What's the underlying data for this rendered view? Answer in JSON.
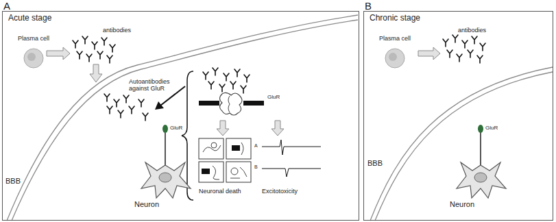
{
  "diagram": {
    "nodes": [
      {
        "text": [
          "A",
          "Acute stage"
        ]
      },
      {
        "text": [
          "Plasma cell"
        ],
        "in": 0
      },
      {
        "text": [
          "Neuron"
        ],
        "in": 0
      },
      {
        "text": [
          "B",
          "Chronic stage"
        ]
      },
      {
        "text": [
          "Plasma cell"
        ],
        "in": 3
      },
      {
        "text": [
          "Neuron"
        ],
        "in": 3
      }
    ],
    "labels": [
      "antibodies",
      "Autoantibodies against GluR",
      "GluR",
      "BBB",
      "GluR",
      "A",
      "B",
      "Neuronal death",
      "Excitotoxicity",
      "antibodies",
      "GluR",
      "BBB"
    ]
  }
}
